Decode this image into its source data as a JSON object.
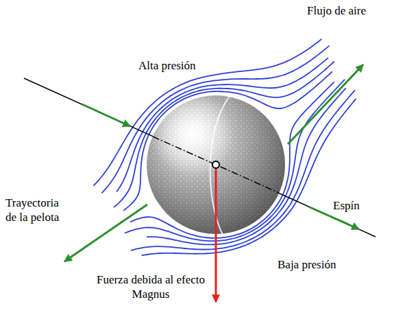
{
  "diagram": {
    "labels": [
      "Flujo de aire",
      "Alta presión",
      "Trayectoria de la pelota",
      "Espín",
      "Baja presión",
      "Fuerza debida al efecto Magnus"
    ]
  }
}
